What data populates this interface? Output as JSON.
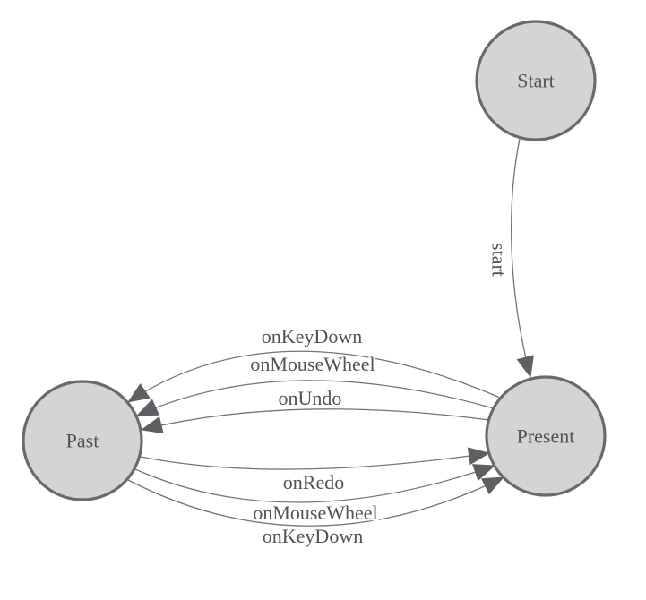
{
  "diagram": {
    "type": "state-machine",
    "nodes": [
      {
        "id": "start",
        "label": "Start"
      },
      {
        "id": "past",
        "label": "Past"
      },
      {
        "id": "present",
        "label": "Present"
      }
    ],
    "edges": [
      {
        "from": "Start",
        "to": "Present",
        "label": "start"
      },
      {
        "from": "Present",
        "to": "Past",
        "label": "onKeyDown"
      },
      {
        "from": "Present",
        "to": "Past",
        "label": "onMouseWheel"
      },
      {
        "from": "Present",
        "to": "Past",
        "label": "onUndo"
      },
      {
        "from": "Past",
        "to": "Present",
        "label": "onRedo"
      },
      {
        "from": "Past",
        "to": "Present",
        "label": "onMouseWheel"
      },
      {
        "from": "Past",
        "to": "Present",
        "label": "onKeyDown"
      }
    ],
    "colors": {
      "background": "#ffffff",
      "node_fill": "#d4d4d4",
      "node_stroke": "#6a6a6a",
      "edge_stroke": "#757575",
      "arrow_fill": "#5d6063",
      "label_text": "#4d545a"
    }
  }
}
